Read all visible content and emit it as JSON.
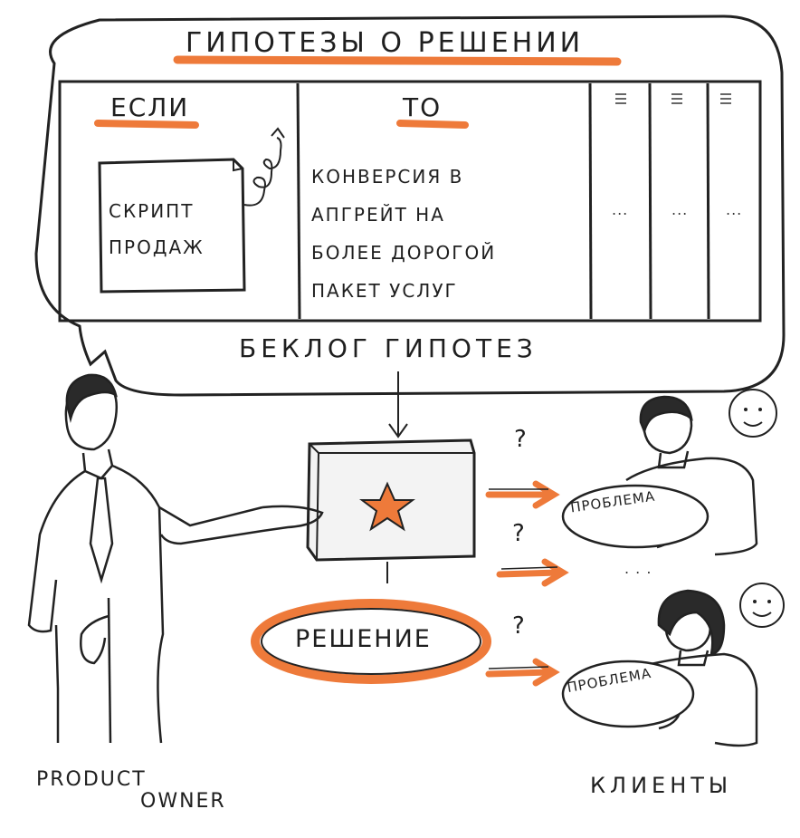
{
  "title": "ГИПОТЕЗЫ О РЕШЕНИИ",
  "columns": {
    "if_label": "ЕСЛИ",
    "then_label": "ТО"
  },
  "if_card": {
    "line1": "СКРИПТ",
    "line2": "ПРОДАЖ"
  },
  "then_text": {
    "line1": "КОНВЕРСИЯ В",
    "line2": "АПГРЕЙТ НА",
    "line3": "БОЛЕЕ ДОРОГОЙ",
    "line4": "ПАКЕТ УСЛУГ"
  },
  "extra_columns": {
    "ellipsis": "..."
  },
  "backlog_label": "БЕКЛОГ ГИПОТЕЗ",
  "solution_label": "РЕШЕНИЕ",
  "problem_label": "ПРОБЛЕМА",
  "question_mark": "?",
  "more_dots": ". . .",
  "product_owner": {
    "line1": "PRODUCT",
    "line2": "OWNER"
  },
  "clients_label": "КЛИЕНТЫ",
  "colors": {
    "accent": "#ee7a3a",
    "ink": "#1f1f1f",
    "paper": "#ffffff",
    "box": "#f3f3f3"
  }
}
